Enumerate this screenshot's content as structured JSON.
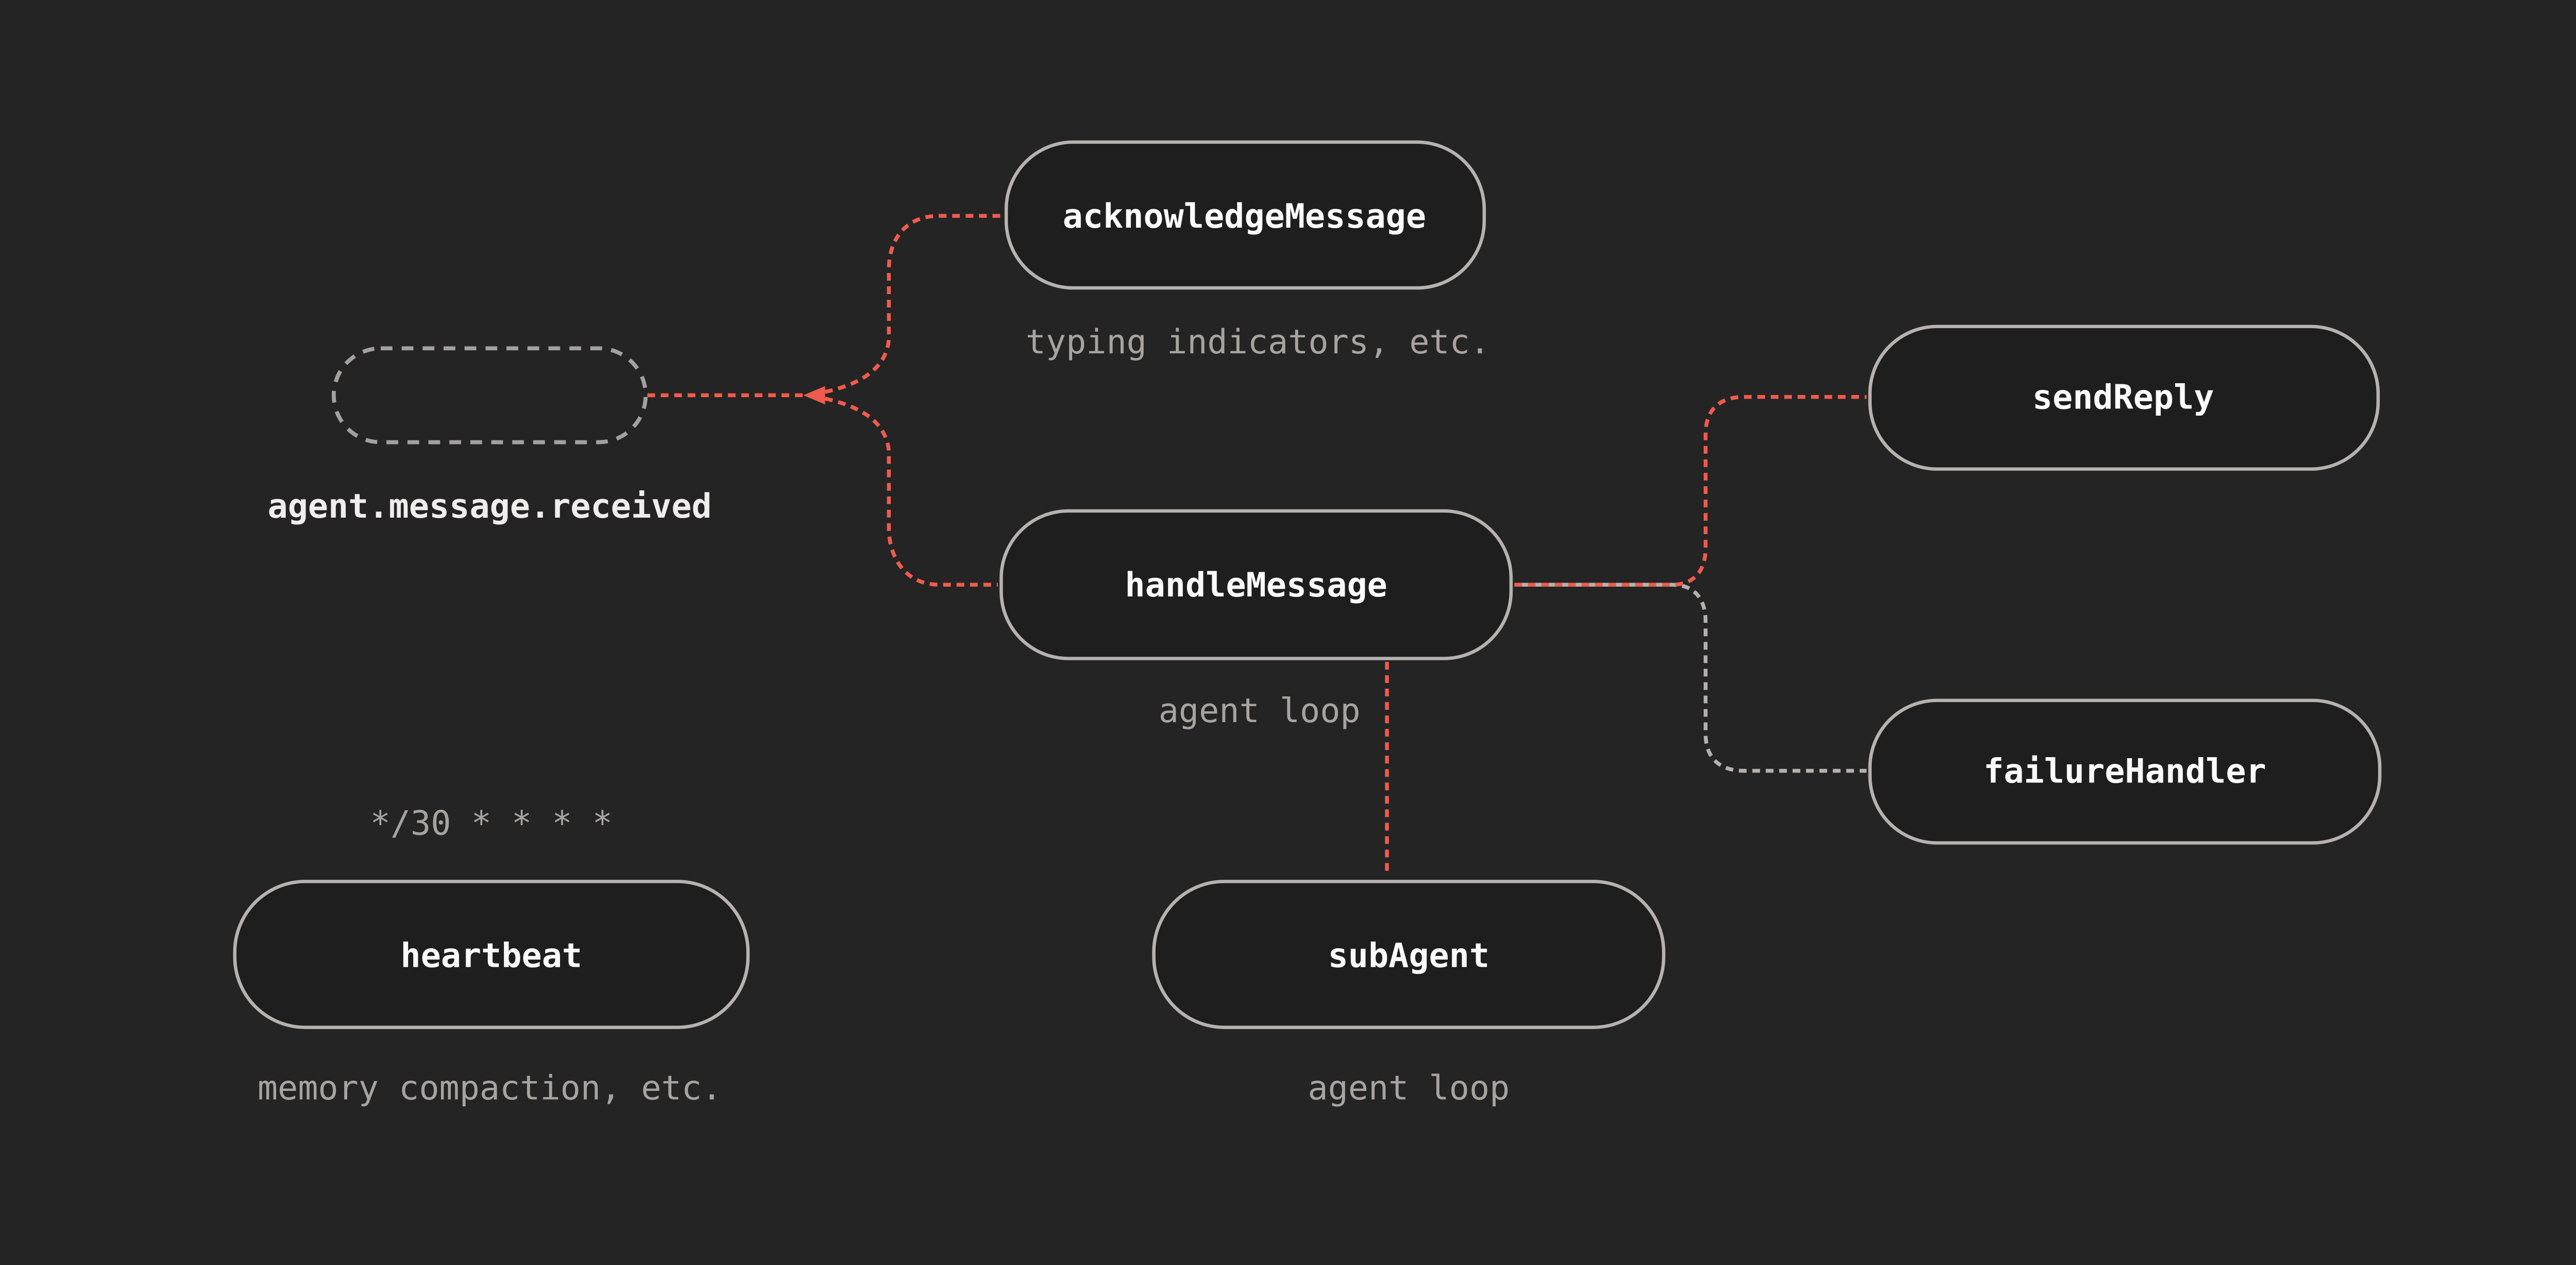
{
  "diagram": {
    "title_hint": "agent message flow diagram",
    "background": "#242424",
    "colors": {
      "node_fill": "#1e1e1e",
      "node_border": "#b7b2af",
      "node_label": "#fafafa",
      "annotation_text": "#a8a39f",
      "event_label_text": "#f0eeec",
      "edge_red": "#ef5b4d",
      "edge_gray": "#b5b0ad",
      "ghost_node_border": "#a3a09e"
    },
    "nodes": {
      "trigger": {
        "label": "",
        "annotation": "agent.message.received",
        "style": "dashed-outline"
      },
      "acknowledge": {
        "label": "acknowledgeMessage",
        "annotation": "typing indicators, etc."
      },
      "handle": {
        "label": "handleMessage",
        "annotation": "agent loop"
      },
      "send_reply": {
        "label": "sendReply"
      },
      "failure_handler": {
        "label": "failureHandler"
      },
      "heartbeat": {
        "label": "heartbeat",
        "schedule": "*/30 * * * *",
        "annotation": "memory compaction, etc."
      },
      "sub_agent": {
        "label": "subAgent",
        "annotation": "agent loop"
      }
    },
    "edges": [
      {
        "from": "trigger",
        "to": "acknowledge",
        "color": "#ef5b4d",
        "style": "dashed"
      },
      {
        "from": "trigger",
        "to": "handle",
        "color": "#ef5b4d",
        "style": "dashed"
      },
      {
        "from": "handle",
        "to": "send_reply",
        "color": "#ef5b4d",
        "style": "dashed"
      },
      {
        "from": "handle",
        "to": "failure_handler",
        "color": "#b5b0ad",
        "style": "dashed"
      },
      {
        "from": "handle",
        "to": "sub_agent",
        "color": "#ef5b4d",
        "style": "dashed"
      }
    ]
  }
}
